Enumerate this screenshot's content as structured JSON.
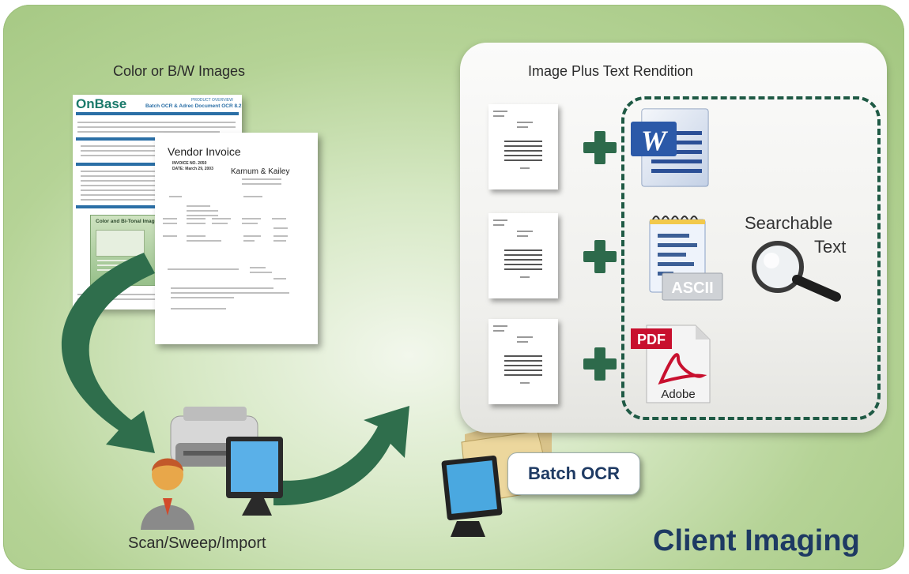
{
  "labels": {
    "source_images": "Color or B/W Images",
    "rendition": "Image Plus Text Rendition",
    "searchable_line1": "Searchable",
    "searchable_line2": "Text",
    "batch_ocr": "Batch OCR",
    "scan": "Scan/Sweep/Import",
    "client_imaging": "Client Imaging"
  },
  "onbase_doc": {
    "brand": "OnBase",
    "header_small": "PRODUCT OVERVIEW",
    "header_title": "Batch OCR & Adrec Document OCR 8.2",
    "inner_box_title": "Color and Bi-Tonal Images"
  },
  "invoice_doc": {
    "title": "Vendor Invoice",
    "invoice_no": "INVOICE NO. 2050",
    "date": "DATE: March 29, 2003",
    "vendor": "Karnum & Kailey"
  },
  "icons": {
    "word_letter": "W",
    "ascii_label": "ASCII",
    "pdf_label": "PDF",
    "adobe_label": "Adobe"
  },
  "colors": {
    "plus": "#2d6a4b",
    "dashed_border": "#1f5a45",
    "title_navy": "#1e3a63",
    "arrow_green": "#2f6e4c"
  }
}
